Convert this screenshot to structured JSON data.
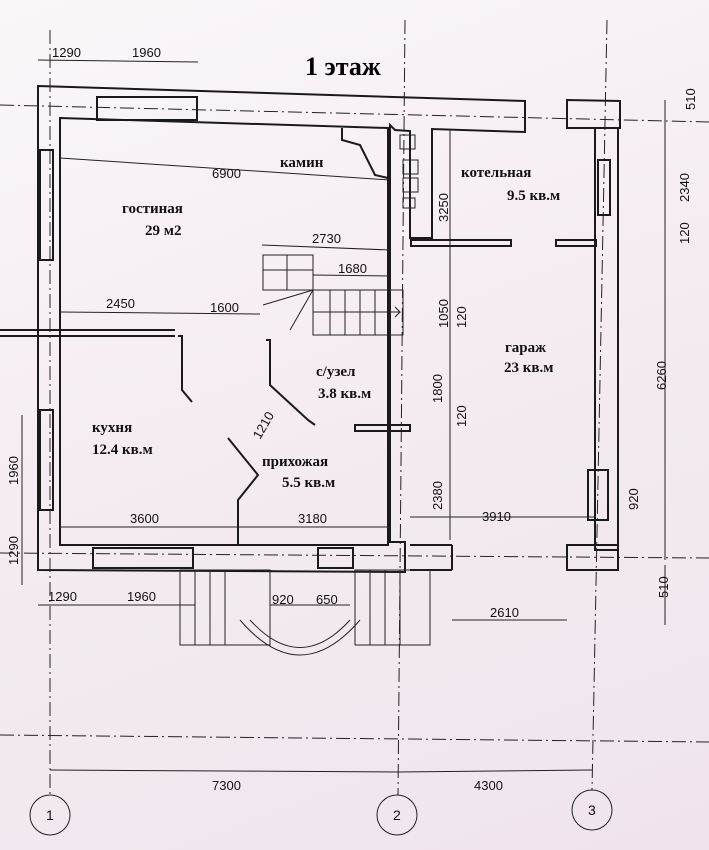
{
  "title": "1 этаж",
  "rooms": {
    "kamin": "камин",
    "living": "гостиная",
    "living_area": "29 м2",
    "boiler": "котельная",
    "boiler_area": "9.5 кв.м",
    "garage": "гараж",
    "garage_area": "23 кв.м",
    "wc": "с/узел",
    "wc_area": "3.8 кв.м",
    "kitchen": "кухня",
    "kitchen_area": "12.4 кв.м",
    "hall": "прихожая",
    "hall_area": "5.5 кв.м"
  },
  "dims": {
    "top_1290": "1290",
    "top_1960": "1960",
    "d6900": "6900",
    "d2730": "2730",
    "d1680": "1680",
    "d2450": "2450",
    "d1600": "1600",
    "d3250": "3250",
    "d1050": "1050",
    "d120a": "120",
    "d2340": "2340",
    "d120b": "120",
    "d510a": "510",
    "d1800": "1800",
    "d120c": "120",
    "d2380": "2380",
    "d6260": "6260",
    "d920a": "920",
    "d3910": "3910",
    "d3600": "3600",
    "d3180": "3180",
    "d1210": "1210",
    "left_1960": "1960",
    "left_1290": "1290",
    "bot_1290": "1290",
    "bot_1960": "1960",
    "bot_920": "920",
    "bot_650": "650",
    "d2610": "2610",
    "d510b": "510",
    "d7300": "7300",
    "d4300": "4300"
  },
  "axes": [
    "1",
    "2",
    "3"
  ]
}
